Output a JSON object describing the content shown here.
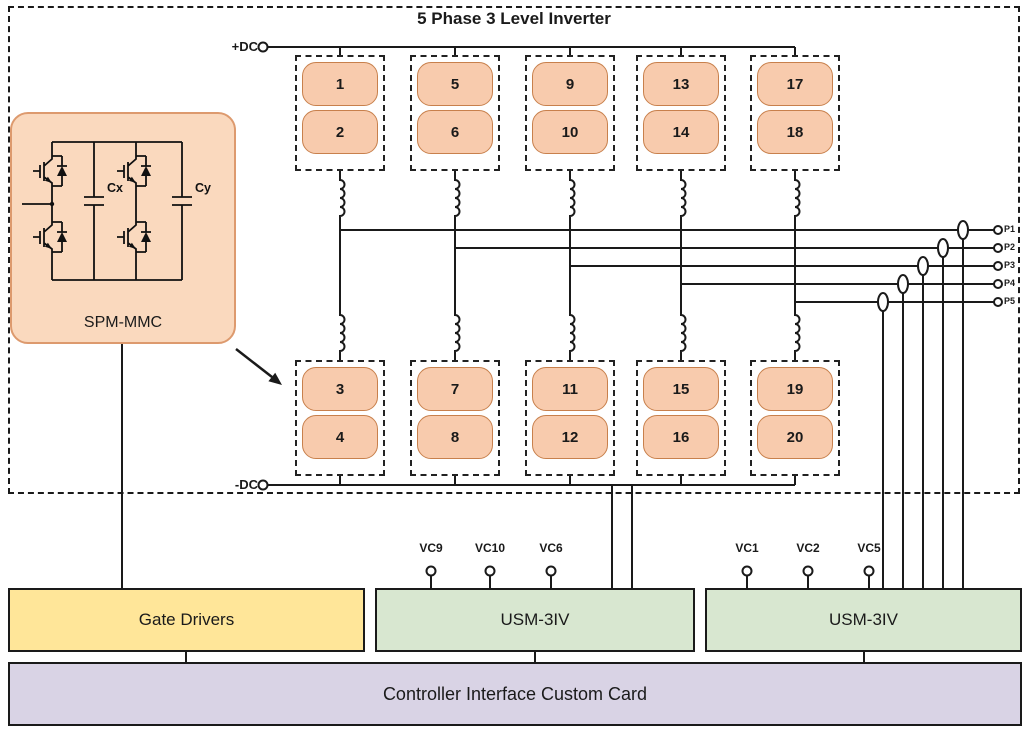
{
  "title": "5 Phase 3 Level Inverter",
  "labels": {
    "dc_plus": "+DC",
    "dc_minus": "-DC",
    "spm": "SPM-MMC",
    "cap_x": "Cx",
    "cap_y": "Cy"
  },
  "inverter": {
    "top_pairs": [
      [
        "1",
        "2"
      ],
      [
        "5",
        "6"
      ],
      [
        "9",
        "10"
      ],
      [
        "13",
        "14"
      ],
      [
        "17",
        "18"
      ]
    ],
    "bottom_pairs": [
      [
        "3",
        "4"
      ],
      [
        "7",
        "8"
      ],
      [
        "11",
        "12"
      ],
      [
        "15",
        "16"
      ],
      [
        "19",
        "20"
      ]
    ]
  },
  "outputs": [
    "P1",
    "P2",
    "P3",
    "P4",
    "P5"
  ],
  "usm_left_channels": [
    "VC9",
    "VC10",
    "VC6"
  ],
  "usm_right_channels": [
    "VC1",
    "VC2",
    "VC5"
  ],
  "boards": {
    "gate_drivers": "Gate Drivers",
    "usm_left": "USM-3IV",
    "usm_right": "USM-3IV",
    "controller": "Controller Interface Custom Card"
  },
  "colors": {
    "module_fill": "#F8CBAD",
    "module_border": "#C8804C",
    "spm_fill": "#FAD9BE",
    "gate_drivers_fill": "#FFE699",
    "usm_fill": "#D8E7D0",
    "controller_fill": "#D9D3E5",
    "wire": "#1a1a1a"
  }
}
